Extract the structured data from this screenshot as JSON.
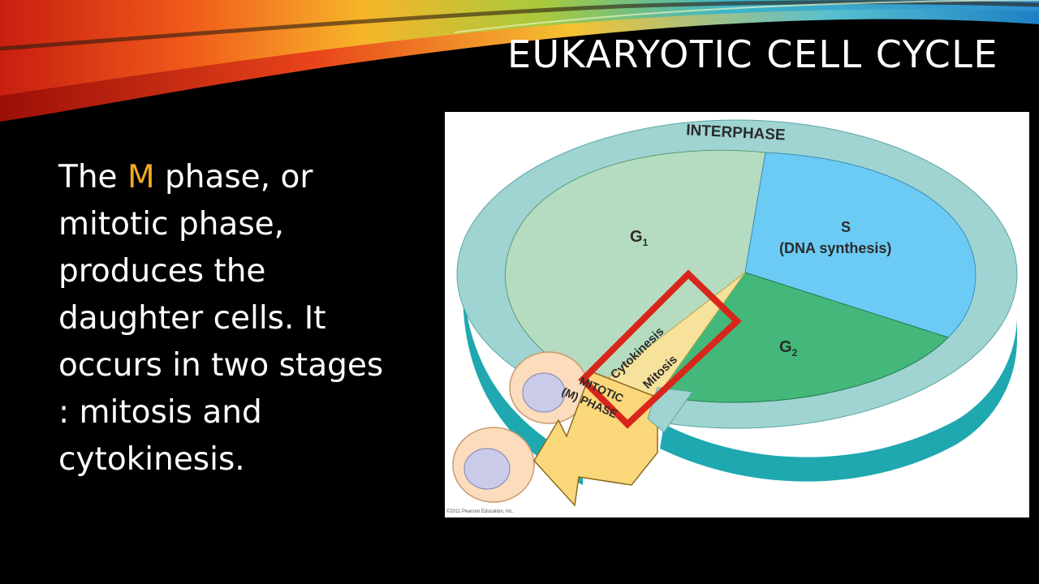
{
  "slide": {
    "title": "EUKARYOTIC CELL CYCLE",
    "body_before": "The ",
    "body_highlight": "M",
    "body_after": " phase, or mitotic phase, produces the daughter cells. It occurs in two stages : mitosis and cytokinesis."
  },
  "diagram": {
    "interphase_label": "INTERPHASE",
    "g1_label": "G",
    "g1_sub": "1",
    "s_label": "S",
    "s_desc": "(DNA synthesis)",
    "g2_label": "G",
    "g2_sub": "2",
    "cytokinesis_label": "Cytokinesis",
    "mitosis_label": "Mitosis",
    "mitotic_label": "MITOTIC",
    "m_phase_label": "(M) PHASE",
    "copyright": "©2011 Pearson Education, Inc.",
    "colors": {
      "ring_top": "#9fd4d2",
      "ring_side": "#1fa8b0",
      "g1": "#b5dcc0",
      "s": "#6ccbf4",
      "g2": "#43b87a",
      "m_wedge": "#f7e29b",
      "arrow": "#fbd77c",
      "highlight_box": "#d9261c"
    }
  }
}
